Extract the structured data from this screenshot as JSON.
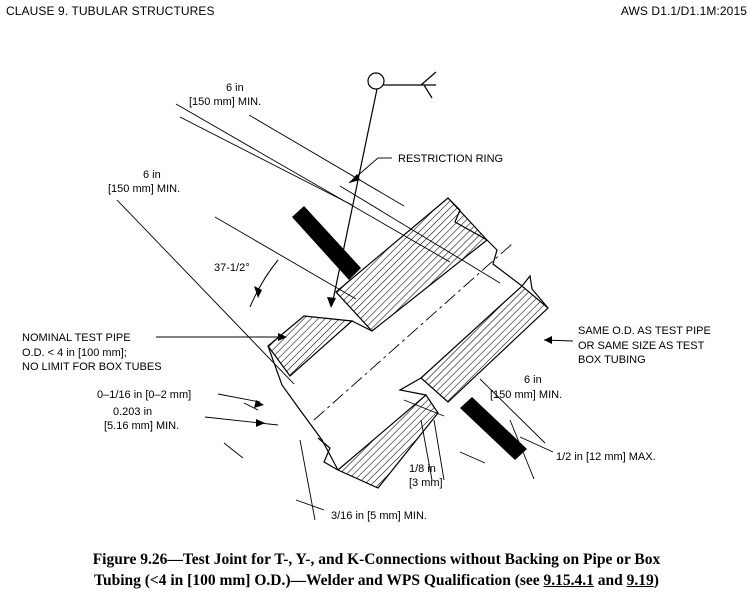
{
  "header": {
    "clause": "CLAUSE 9. TUBULAR STRUCTURES",
    "standard": "AWS D1.1/D1.1M:2015"
  },
  "labels": {
    "dim_top_1": "6 in",
    "dim_top_2": "[150 mm] MIN.",
    "dim_left_1": "6 in",
    "dim_left_2": "[150 mm] MIN.",
    "restriction_ring": "RESTRICTION RING",
    "angle": "37-1/2°",
    "nominal_1": "NOMINAL TEST PIPE",
    "nominal_2": "O.D. < 4 in [100 mm];",
    "nominal_3": "NO LIMIT FOR BOX TUBES",
    "same_1": "SAME O.D. AS TEST PIPE",
    "same_2": "OR SAME SIZE AS TEST",
    "same_3": "BOX TUBING",
    "dim_right_1": "6 in",
    "dim_right_2": "[150 mm] MIN.",
    "gap": "0–1/16 in [0–2 mm]",
    "thick_1": "0.203 in",
    "thick_2": "[5.16 mm] MIN.",
    "root_1": "1/8 in",
    "root_2": "[3 mm]",
    "max": "1/2 in [12 mm] MAX.",
    "bottom": "3/16 in [5 mm] MIN."
  },
  "caption": {
    "line1": "Figure 9.26—Test Joint for T-, Y-, and K-Connections without Backing on Pipe or Box",
    "line2_a": "Tubing (<4 in [100 mm] O.D.)—Welder and WPS Qualification (see ",
    "ref1": "9.15.4.1",
    "line2_b": " and ",
    "ref2": "9.19",
    "line2_c": ")"
  }
}
